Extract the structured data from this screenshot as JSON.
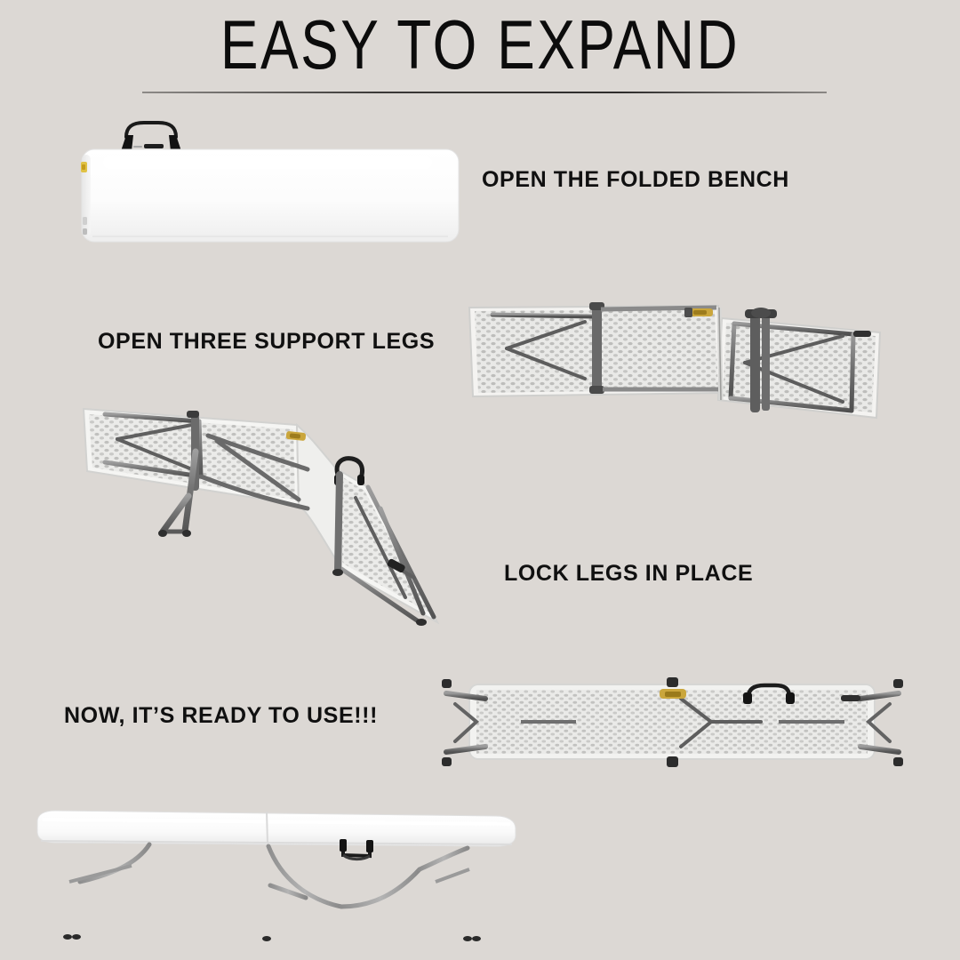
{
  "page": {
    "background_color": "#dcd8d4",
    "text_color": "#101010",
    "title": "EASY TO EXPAND"
  },
  "steps": [
    {
      "id": "step-1",
      "caption": "OPEN THE FOLDED BENCH",
      "image_name": "folded-bench-photo",
      "image_description": "White folded bench case with black carry handle and yellow latch"
    },
    {
      "id": "step-2",
      "caption": "OPEN THREE SUPPORT LEGS",
      "image_name": "bench-underside-folded-legs-photo",
      "image_description": "Underside of bench showing gray folded support legs and gold latch"
    },
    {
      "id": "step-3",
      "caption": "LOCK LEGS IN PLACE",
      "image_name": "bench-angled-open-legs-photo",
      "image_description": "Angled view of bench with one support leg swung open"
    },
    {
      "id": "step-4",
      "caption": "NOW, IT’S READY TO USE!!!",
      "image_name": "bench-legs-locked-photo",
      "image_description": "Underside of bench with all three legs extended and locked"
    },
    {
      "id": "step-5",
      "caption": "",
      "image_name": "assembled-bench-photo",
      "image_description": "Fully assembled white folding bench standing on three leg sets"
    }
  ],
  "colors": {
    "background": "#dcd8d4",
    "title_text": "#0c0c0c",
    "caption_text": "#101010",
    "rule": "#3a3836",
    "bench_white": "#fdfdfd",
    "metal_gray": "#7d7d7d",
    "metal_dark": "#585858",
    "latch_gold": "#c9a23a",
    "handle_black": "#151515"
  }
}
